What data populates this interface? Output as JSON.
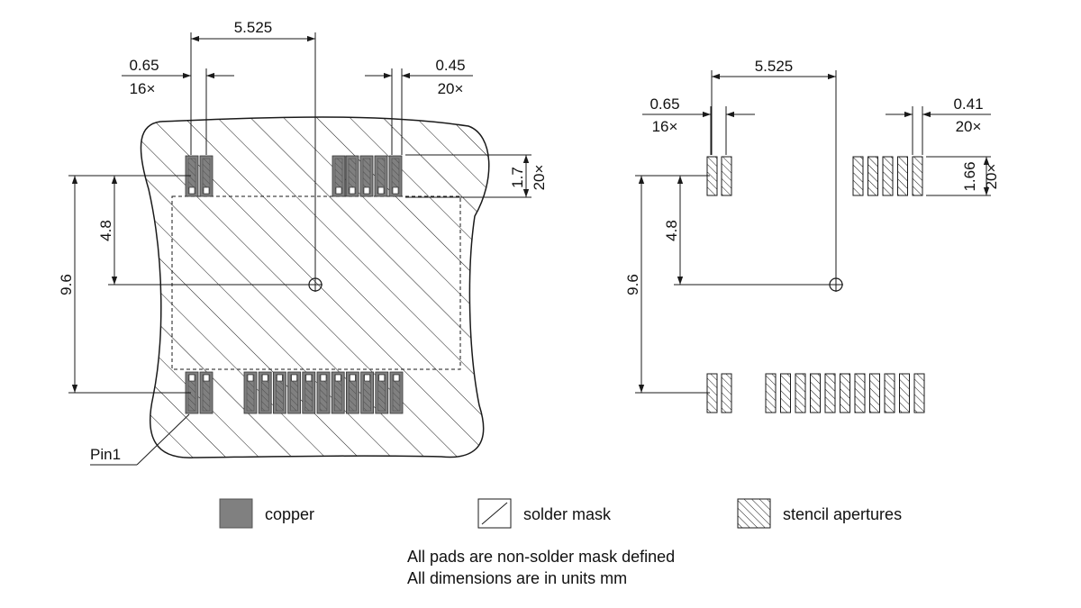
{
  "colors": {
    "copper": "#808080",
    "line": "#1a1a1a",
    "background": "#ffffff"
  },
  "left_view": {
    "dim_pad_pitch_x": "5.525",
    "dim_pitch_16": "0.65",
    "dim_count_16": "16×",
    "dim_pitch_20": "0.45",
    "dim_count_20": "20×",
    "dim_pad_len": "1.7",
    "dim_pad_len_count": "20×",
    "dim_half_span_y": "4.8",
    "dim_full_span_y": "9.6",
    "pin1_label": "Pin1"
  },
  "right_view": {
    "dim_pad_pitch_x": "5.525",
    "dim_pitch_16": "0.65",
    "dim_count_16": "16×",
    "dim_pitch_20": "0.41",
    "dim_count_20": "20×",
    "dim_pad_len": "1.66",
    "dim_pad_len_count": "20×",
    "dim_half_span_y": "4.8",
    "dim_full_span_y": "9.6"
  },
  "legend": {
    "copper": "copper",
    "solder_mask": "solder mask",
    "stencil": "stencil apertures"
  },
  "notes": {
    "line1": "All pads are non-solder mask defined",
    "line2": "All dimensions are in units mm"
  }
}
